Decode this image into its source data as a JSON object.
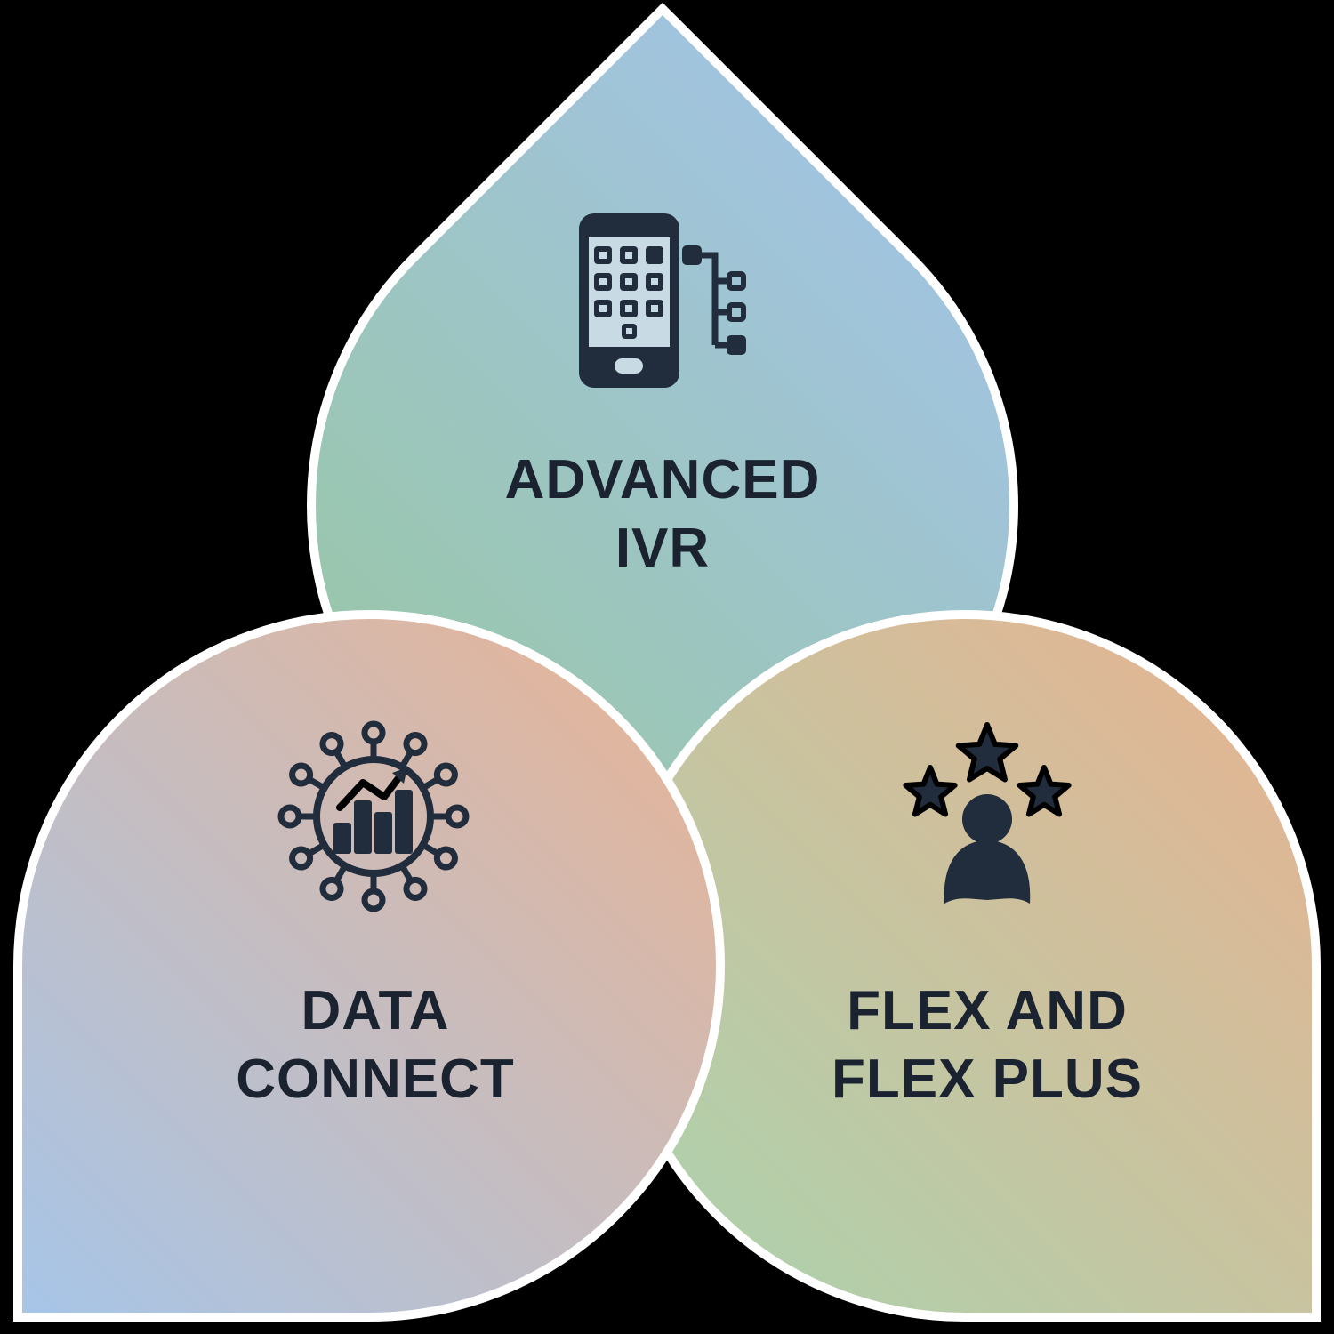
{
  "background": "#000000",
  "colors": {
    "background": "#000000",
    "outline": "#FFFFFF",
    "ink": "#212C3C",
    "text": "#1B2330",
    "phone_screen": "#C8DAE3",
    "top_from": "#97C7A0",
    "top_to": "#A3C3E9",
    "left_from": "#A6C5E8",
    "left_to": "#EAB392",
    "right_from": "#A8D4AF",
    "right_to": "#E9B290"
  },
  "petals": {
    "top": {
      "label_line1": "ADVANCED",
      "label_line2": "IVR",
      "icon": "ivr-phone-keypad-tree-icon"
    },
    "left": {
      "label_line1": "DATA",
      "label_line2": "CONNECT",
      "icon": "data-network-chart-icon"
    },
    "right": {
      "label_line1": "FLEX AND",
      "label_line2": "FLEX PLUS",
      "icon": "person-with-stars-icon"
    }
  }
}
